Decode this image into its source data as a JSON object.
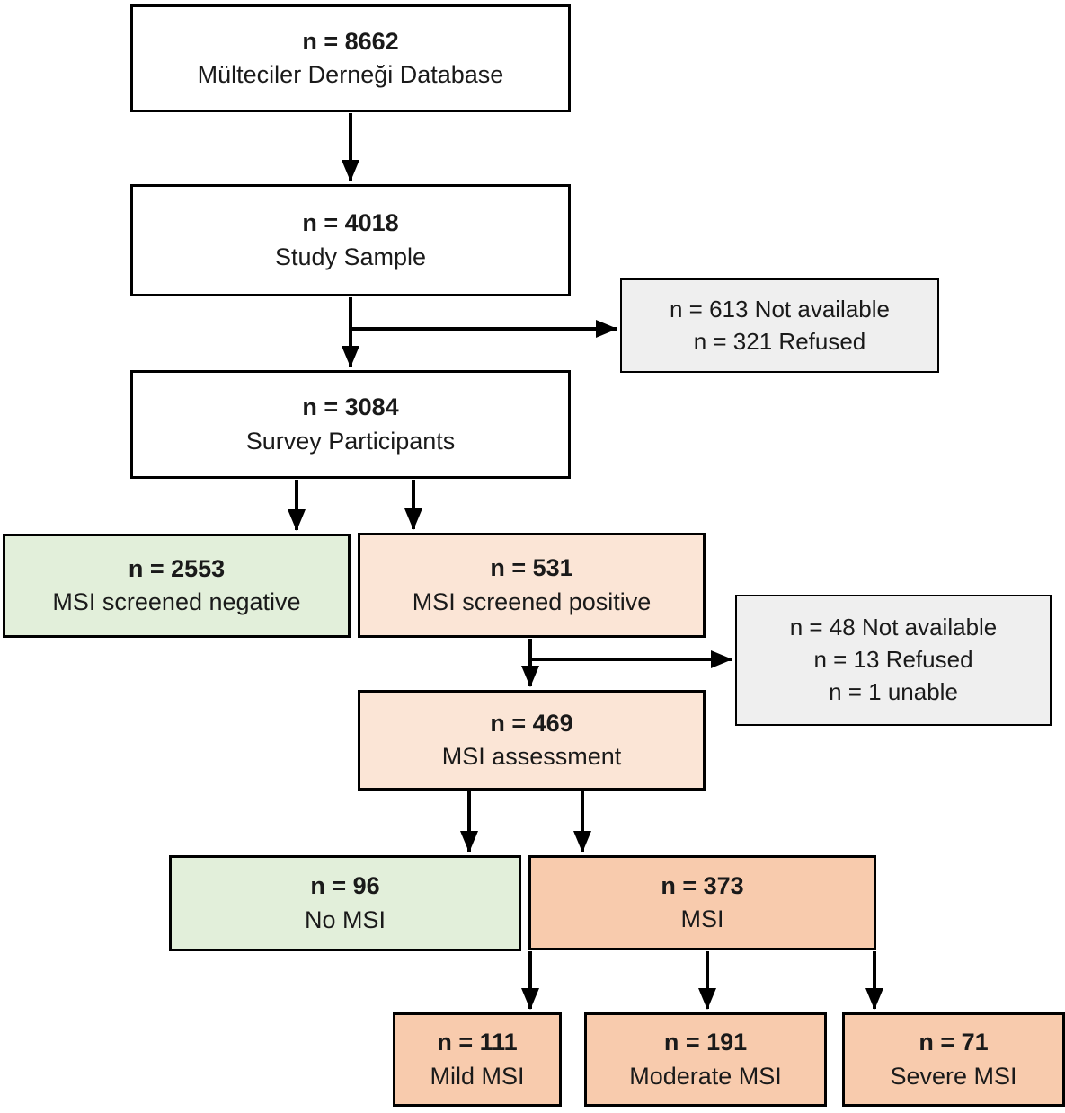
{
  "figure": {
    "kind": "participant-flow-diagram"
  },
  "colors": {
    "white": "#ffffff",
    "green": "#e2efda",
    "peach": "#fbe5d6",
    "orange": "#f8cbad",
    "gray": "#efefef",
    "border": "#000000"
  },
  "nodes": {
    "database": {
      "n": "n = 8662",
      "label": "Mülteciler Derneği Database"
    },
    "study_sample": {
      "n": "n = 4018",
      "label": "Study Sample"
    },
    "excluded_survey": {
      "lines": [
        "n = 613 Not available",
        "n = 321 Refused"
      ]
    },
    "survey_participants": {
      "n": "n = 3084",
      "label": "Survey Participants"
    },
    "screened_negative": {
      "n": "n = 2553",
      "label": "MSI screened negative"
    },
    "screened_positive": {
      "n": "n = 531",
      "label": "MSI screened positive"
    },
    "excluded_assessment": {
      "lines": [
        "n = 48 Not available",
        "n = 13 Refused",
        "n = 1 unable"
      ]
    },
    "msi_assessment": {
      "n": "n = 469",
      "label": "MSI assessment"
    },
    "no_msi": {
      "n": "n = 96",
      "label": "No MSI"
    },
    "msi": {
      "n": "n = 373",
      "label": "MSI"
    },
    "mild_msi": {
      "n": "n = 111",
      "label": "Mild MSI"
    },
    "moderate_msi": {
      "n": "n = 191",
      "label": "Moderate MSI"
    },
    "severe_msi": {
      "n": "n = 71",
      "label": "Severe MSI"
    }
  }
}
